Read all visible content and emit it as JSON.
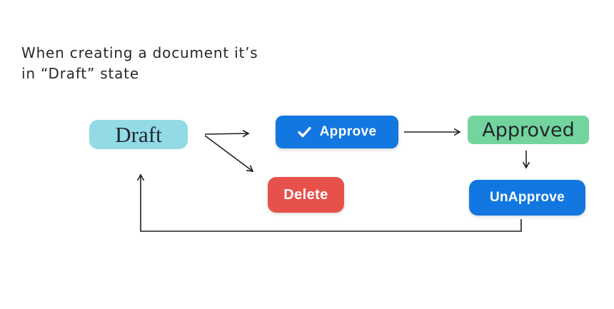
{
  "caption": {
    "line1": "When creating a document it’s",
    "line2": "in “Draft” state"
  },
  "nodes": {
    "draft": {
      "label": "Draft",
      "type": "state",
      "color": "#92dbe6"
    },
    "approve": {
      "label": "Approve",
      "type": "button",
      "color": "#1277e0",
      "icon": "checkmark-icon"
    },
    "approved": {
      "label": "Approved",
      "type": "state",
      "color": "#73d59d"
    },
    "delete": {
      "label": "Delete",
      "type": "button",
      "color": "#e7514b"
    },
    "unapprove": {
      "label": "UnApprove",
      "type": "button",
      "color": "#1277e0"
    }
  },
  "edges": [
    {
      "from": "Draft",
      "to": "Approve"
    },
    {
      "from": "Draft",
      "to": "Delete"
    },
    {
      "from": "Approve",
      "to": "Approved"
    },
    {
      "from": "Approved",
      "to": "UnApprove"
    },
    {
      "from": "UnApprove",
      "to": "Draft"
    }
  ],
  "colors": {
    "arrow": "#1e1e1e",
    "text_dark": "#26292e",
    "background": "#ffffff"
  }
}
